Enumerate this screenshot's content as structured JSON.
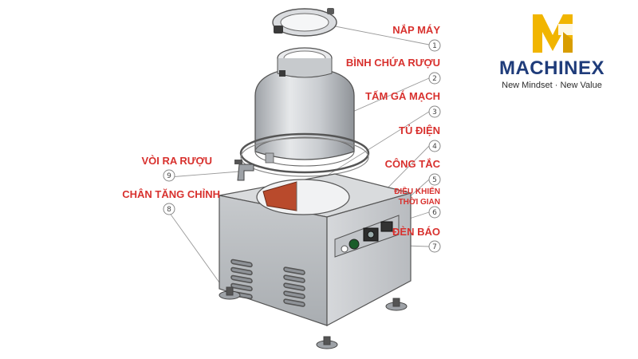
{
  "brand": {
    "name": "MACHINEX",
    "tagline": "New Mindset · New Value",
    "logo_color": "#f1b500",
    "text_color": "#1f3c7a"
  },
  "callouts": [
    {
      "num": "1",
      "label": "NẮP MÁY"
    },
    {
      "num": "2",
      "label": "BÌNH CHỨA RƯỢU"
    },
    {
      "num": "3",
      "label": "TẤM GÁ MẠCH"
    },
    {
      "num": "4",
      "label": "TỦ ĐIỆN"
    },
    {
      "num": "5",
      "label": "CÔNG TẮC"
    },
    {
      "num": "6",
      "label_line1": "ĐIỀU KHIỂN",
      "label_line2": "THỜI GIAN"
    },
    {
      "num": "7",
      "label": "ĐÈN BÁO"
    },
    {
      "num": "8",
      "label": "CHÂN TĂNG CHỈNH"
    },
    {
      "num": "9",
      "label": "VÒI RA RƯỢU"
    }
  ],
  "colors": {
    "label": "#d8312e",
    "leader": "#9a9a9a",
    "metal": "#cfd2d6",
    "plate": "#b94a2c"
  }
}
